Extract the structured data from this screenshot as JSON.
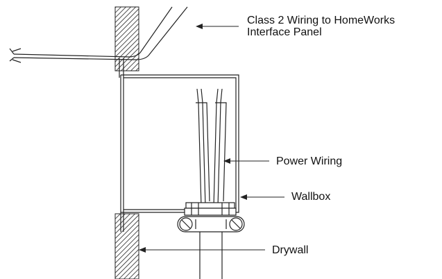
{
  "labels": {
    "class2_line1": "Class 2 Wiring to HomeWorks",
    "class2_line2": "Interface Panel",
    "power_wiring": "Power Wiring",
    "wallbox": "Wallbox",
    "drywall": "Drywall"
  }
}
